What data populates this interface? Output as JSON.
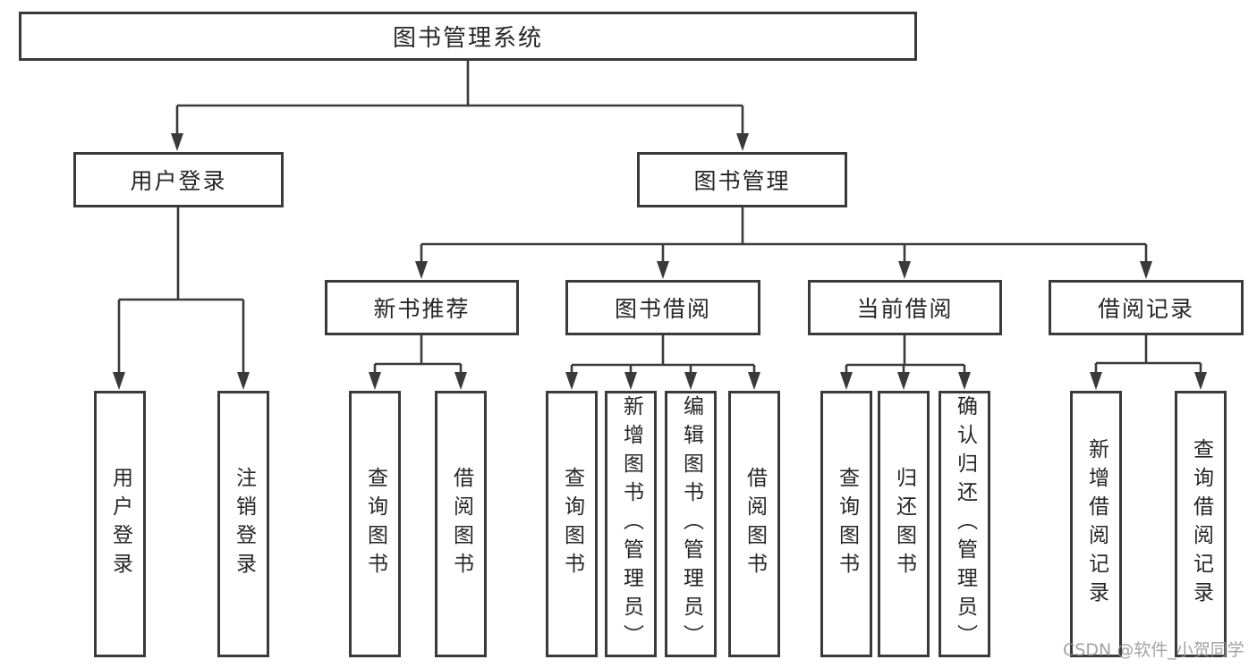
{
  "diagram": {
    "root": {
      "label": "图书管理系统"
    },
    "level2": [
      {
        "label": "用户登录"
      },
      {
        "label": "图书管理"
      }
    ],
    "level3": [
      {
        "label": "新书推荐"
      },
      {
        "label": "图书借阅"
      },
      {
        "label": "当前借阅"
      },
      {
        "label": "借阅记录"
      }
    ],
    "leaves": [
      {
        "label": "用户登录"
      },
      {
        "label": "注销登录"
      },
      {
        "label": "查询图书"
      },
      {
        "label": "借阅图书"
      },
      {
        "label": "查询图书"
      },
      {
        "label": "新增图书（管理员）"
      },
      {
        "label": "编辑图书（管理员）"
      },
      {
        "label": "借阅图书"
      },
      {
        "label": "查询图书"
      },
      {
        "label": "归还图书"
      },
      {
        "label": "确认归还（管理员）"
      },
      {
        "label": "新增借阅记录"
      },
      {
        "label": "查询借阅记录"
      }
    ],
    "watermark": "CSDN @软件_小贺同学",
    "colors": {
      "line": "#3a3a3a",
      "text": "#262626",
      "background": "#ffffff",
      "watermark": "#92929a"
    }
  }
}
